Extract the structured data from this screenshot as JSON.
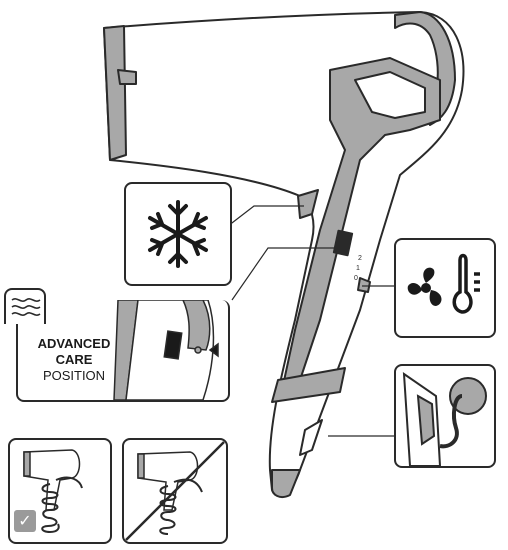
{
  "labels": {
    "advanced_care_line1": "ADVANCED",
    "advanced_care_line2": "CARE",
    "advanced_care_line3": "POSITION"
  },
  "switch": {
    "positions": [
      "2",
      "1",
      "0"
    ],
    "slider_label": "ADVANCED CARE"
  },
  "icons": [
    "hair-dryer",
    "snowflake-icon",
    "wavy-lines-icon",
    "fan-icon",
    "thermometer-icon",
    "cord-hook-icon",
    "check-icon",
    "cord-wrapped-dryer",
    "cord-wrapped-dryer-crossed"
  ],
  "colors": {
    "outline": "#2a2a2a",
    "accent_gray": "#a8a8a8",
    "check_bg": "#9a9a9a"
  }
}
